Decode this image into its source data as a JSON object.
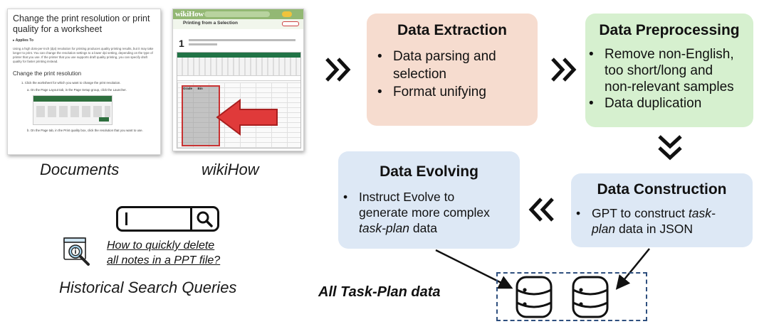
{
  "document": {
    "title_line1": "Change the print resolution or print",
    "title_line2": "quality for a worksheet",
    "applies_to": "▸ Applies To",
    "paragraph": "Using a high dots-per-inch (dpi) resolution for printing produces quality printing results, but it may take longer to print. You can change the resolution settings to a lower dpi setting, depending on the type of printer that you use. If the printer that you use supports draft quality printing, you can specify draft quality for faster printing instead.",
    "subheading": "Change the print resolution",
    "step1": "1.  Click the worksheet for which you want to change the print resolution.",
    "step2": "a.  On the Page Layout tab, in the Page Setup group, click the Launcher.",
    "step3": "b.  On the Page tab, in the Print quality box, click the resolution that you want to use."
  },
  "wikihow": {
    "logo": "wikiHow",
    "header": "Printing from a Selection",
    "step_number": "1",
    "column_grade": "Grade",
    "column_bin": "Bin"
  },
  "captions": {
    "documents": "Documents",
    "wikihow": "wikiHow",
    "search": "Historical Search Queries"
  },
  "query": {
    "line1": "How to quickly delete",
    "line2": "all notes in a PPT file?"
  },
  "boxes": {
    "extraction": {
      "title": "Data Extraction",
      "items": [
        "Data parsing and",
        "selection",
        "Format unifying"
      ]
    },
    "preprocessing": {
      "title": "Data Preprocessing",
      "items": [
        "Remove non-English,",
        "too short/long and",
        "non-relevant samples",
        "Data duplication"
      ]
    },
    "evolving": {
      "title": "Data Evolving",
      "line1": "Instruct Evolve to",
      "line2": "generate more complex",
      "line3_em": "task-plan",
      "line3_rest": " data"
    },
    "construction": {
      "title": "Data Construction",
      "line1_a": "GPT to construct ",
      "line1_em": "task-",
      "line2_em": "plan",
      "line2_rest": " data in JSON"
    }
  },
  "all_data_label": "All Task-Plan data",
  "colors": {
    "extraction_bg": "#f6dccf",
    "preprocessing_bg": "#d6f0cf",
    "evolving_bg": "#dde8f5",
    "construction_bg": "#dde8f5",
    "frame": "#2e4f7e",
    "pointer_arrow": "#e03a3a"
  }
}
